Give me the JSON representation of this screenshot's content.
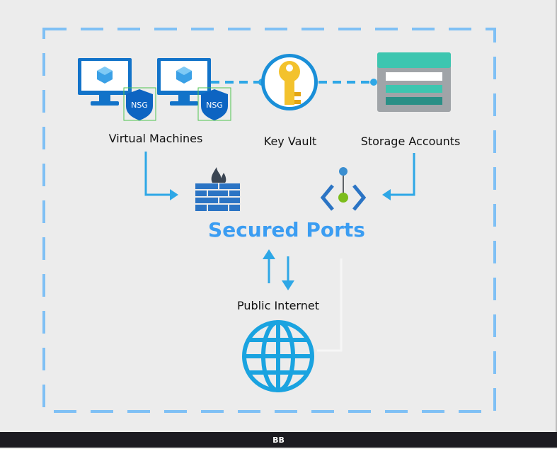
{
  "labels": {
    "virtual_machines": "Virtual Machines",
    "key_vault": "Key Vault",
    "storage_accounts": "Storage Accounts",
    "secured_ports": "Secured Ports",
    "public_internet": "Public Internet"
  },
  "nsg_badge": "NSG",
  "footer": "BB",
  "colors": {
    "boundary": "#7fc0f5",
    "connector": "#2ea7e6",
    "title": "#3b9df2",
    "nsg_shield": "#0d64c2",
    "firewall": "#2b74c4",
    "globe": "#1aa3e0",
    "key": "#f3c22d",
    "storage_top": "#3dc6b0"
  }
}
